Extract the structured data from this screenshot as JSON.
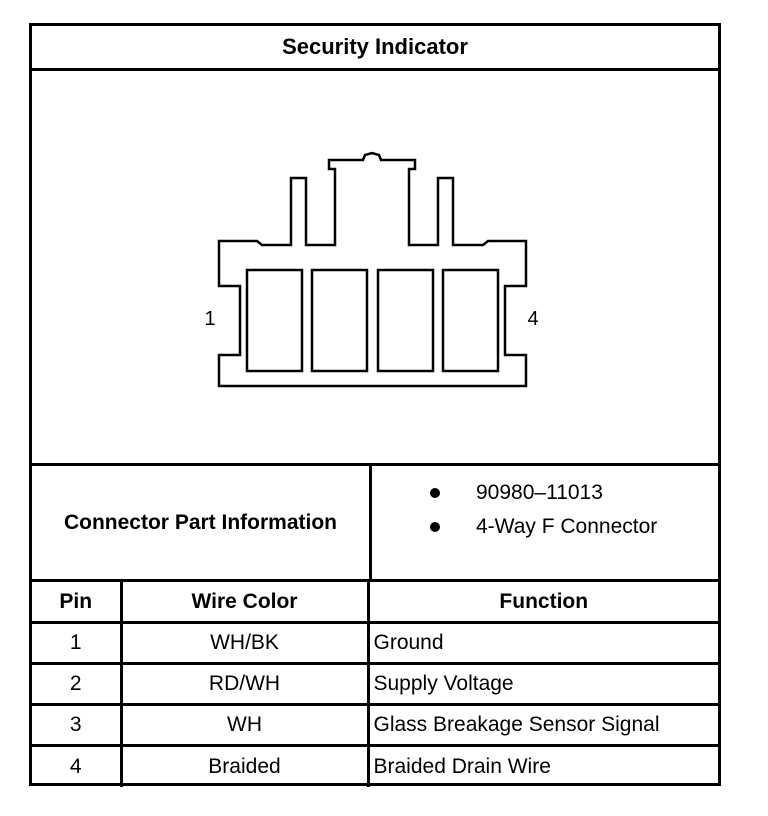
{
  "title": "Security Indicator",
  "connector_figure": {
    "left_pin_label": "1",
    "right_pin_label": "4"
  },
  "connector_info": {
    "label": "Connector Part Information",
    "items": [
      "90980–11013",
      "4-Way F Connector"
    ]
  },
  "pin_table": {
    "headers": {
      "pin": "Pin",
      "wire_color": "Wire Color",
      "function": "Function"
    },
    "rows": [
      {
        "pin": "1",
        "wire_color": "WH/BK",
        "function": "Ground"
      },
      {
        "pin": "2",
        "wire_color": "RD/WH",
        "function": "Supply Voltage"
      },
      {
        "pin": "3",
        "wire_color": "WH",
        "function": "Glass Breakage Sensor Signal"
      },
      {
        "pin": "4",
        "wire_color": "Braided",
        "function": "Braided Drain Wire"
      }
    ]
  }
}
